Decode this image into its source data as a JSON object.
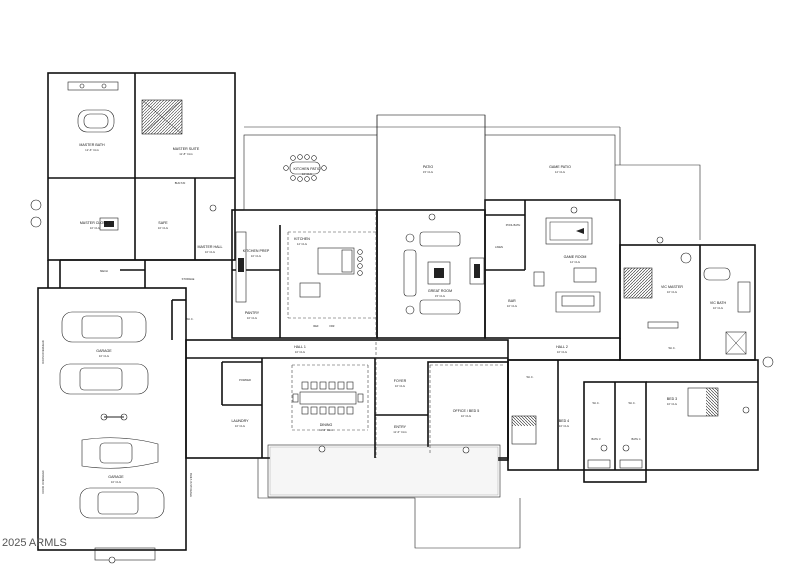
{
  "watermark": "2025 ARMLS",
  "rooms": {
    "master_bath": {
      "name": "MASTER BATH",
      "dim": "12'-6\" CLG"
    },
    "master_suite": {
      "name": "MASTER SUITE",
      "dim": "11'-8\" CLG"
    },
    "master_closet": {
      "name": "MASTER CLOSET",
      "dim": "10' CLG"
    },
    "safe": {
      "name": "SAFE",
      "dim": "10' CLG"
    },
    "master_hall": {
      "name": "MASTER HALL",
      "dim": "10' CLG"
    },
    "built_in": {
      "name": "BUILT-IN",
      "dim": ""
    },
    "kitchen_patio": {
      "name": "KITCHEN PATIO",
      "dim": "10' CLG"
    },
    "patio": {
      "name": "PATIO",
      "dim": "15' CLG"
    },
    "game_patio": {
      "name": "GAME PATIO",
      "dim": "12' CLG"
    },
    "kitchen": {
      "name": "KITCHEN",
      "dim": "12' CLG"
    },
    "kitchen_prep": {
      "name": "KITCHEN PREP",
      "dim": "10' CLG"
    },
    "pantry": {
      "name": "PANTRY",
      "dim": "10' CLG"
    },
    "great_room": {
      "name": "GREAT ROOM",
      "dim": "15' CLG"
    },
    "game_room": {
      "name": "GAME ROOM",
      "dim": "12' CLG"
    },
    "pool_bath": {
      "name": "POOL BATH",
      "dim": ""
    },
    "bar": {
      "name": "BAR",
      "dim": "10' CLG"
    },
    "linen": {
      "name": "LINEN",
      "dim": ""
    },
    "mech": {
      "name": "MECH",
      "dim": ""
    },
    "storage": {
      "name": "STORAGE",
      "dim": ""
    },
    "garage_1": {
      "name": "GARAGE",
      "dim": "10' CLG"
    },
    "garage_2": {
      "name": "GARAGE",
      "dim": "10' CLG"
    },
    "hall_1": {
      "name": "HALL 1",
      "dim": "10' CLG"
    },
    "hall_2": {
      "name": "HALL 2",
      "dim": "10' CLG"
    },
    "powder": {
      "name": "POWDER",
      "dim": ""
    },
    "laundry": {
      "name": "LAUNDRY",
      "dim": "10' CLG"
    },
    "dining": {
      "name": "DINING",
      "dim": "11'-6\" CLG"
    },
    "foyer": {
      "name": "FOYER",
      "dim": "10' CLG"
    },
    "entry": {
      "name": "ENTRY",
      "dim": "11'-6\" CLG"
    },
    "office": {
      "name": "OFFICE / BED 5",
      "dim": "10' CLG"
    },
    "bed_4": {
      "name": "BED 4",
      "dim": "10' CLG"
    },
    "bed_3": {
      "name": "BED 3",
      "dim": "10' CLG"
    },
    "bath_3": {
      "name": "BATH 3",
      "dim": ""
    },
    "bath_4": {
      "name": "BATH 4",
      "dim": ""
    },
    "vic_master": {
      "name": "VIC MASTER",
      "dim": "10' CLG"
    },
    "vic_bath": {
      "name": "VIC BATH",
      "dim": "10' CLG"
    },
    "wic": {
      "name": "W.I.C.",
      "dim": ""
    },
    "ref": {
      "name": "REF",
      "dim": ""
    },
    "frz": {
      "name": "FRZ",
      "dim": ""
    },
    "built_in_storage": {
      "name": "BUILT-IN STORAGE",
      "dim": ""
    },
    "room_overhead": {
      "name": "ROOM OVERHEAD",
      "dim": ""
    },
    "door_overhead": {
      "name": "DOOR OVERHEAD",
      "dim": ""
    }
  },
  "colors": {
    "line": "#111111",
    "background": "#ffffff"
  }
}
